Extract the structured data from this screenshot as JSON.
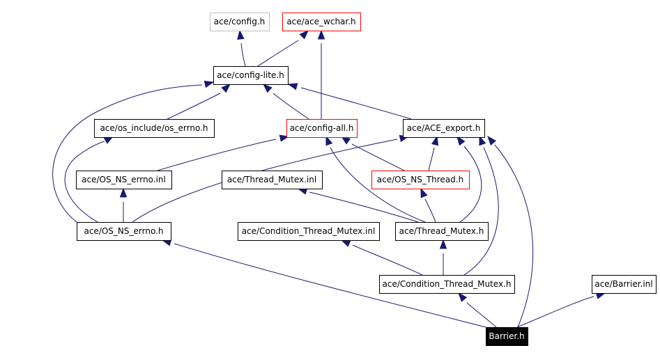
{
  "colors": {
    "edge": "#191970",
    "border_default": "#000000",
    "border_red": "#ff0000",
    "border_gray": "#bfbfbf",
    "focus_fill": "#000000",
    "focus_text": "#ffffff"
  },
  "nodes": [
    {
      "id": "config_h",
      "label": "ace/config.h",
      "style": "gray"
    },
    {
      "id": "ace_wchar",
      "label": "ace/ace_wchar.h",
      "style": "red"
    },
    {
      "id": "config_lite",
      "label": "ace/config-lite.h",
      "style": "default"
    },
    {
      "id": "os_errno_inc",
      "label": "ace/os_include/os_errno.h",
      "style": "default"
    },
    {
      "id": "config_all",
      "label": "ace/config-all.h",
      "style": "red"
    },
    {
      "id": "ace_export",
      "label": "ace/ACE_export.h",
      "style": "default"
    },
    {
      "id": "os_ns_errno_inl",
      "label": "ace/OS_NS_errno.inl",
      "style": "default"
    },
    {
      "id": "thread_mutex_inl",
      "label": "ace/Thread_Mutex.inl",
      "style": "default"
    },
    {
      "id": "os_ns_thread",
      "label": "ace/OS_NS_Thread.h",
      "style": "red"
    },
    {
      "id": "os_ns_errno_h",
      "label": "ace/OS_NS_errno.h",
      "style": "default"
    },
    {
      "id": "cond_inl",
      "label": "ace/Condition_Thread_Mutex.inl",
      "style": "default"
    },
    {
      "id": "thread_mutex_h",
      "label": "ace/Thread_Mutex.h",
      "style": "default"
    },
    {
      "id": "cond_h",
      "label": "ace/Condition_Thread_Mutex.h",
      "style": "default"
    },
    {
      "id": "barrier_inl",
      "label": "ace/Barrier.inl",
      "style": "default"
    },
    {
      "id": "barrier_h",
      "label": "Barrier.h",
      "style": "focus"
    }
  ],
  "edges": [
    {
      "from": "config_lite",
      "to": "config_h"
    },
    {
      "from": "config_lite",
      "to": "ace_wchar"
    },
    {
      "from": "config_all",
      "to": "ace_wchar"
    },
    {
      "from": "os_errno_inc",
      "to": "config_lite"
    },
    {
      "from": "config_all",
      "to": "config_lite"
    },
    {
      "from": "ace_export",
      "to": "config_lite"
    },
    {
      "from": "os_ns_errno_h",
      "to": "config_lite"
    },
    {
      "from": "os_ns_errno_inl",
      "to": "config_all"
    },
    {
      "from": "os_ns_thread",
      "to": "config_all"
    },
    {
      "from": "thread_mutex_h",
      "to": "config_all"
    },
    {
      "from": "os_ns_errno_h",
      "to": "ace_export"
    },
    {
      "from": "os_ns_thread",
      "to": "ace_export"
    },
    {
      "from": "thread_mutex_h",
      "to": "ace_export"
    },
    {
      "from": "cond_h",
      "to": "ace_export"
    },
    {
      "from": "barrier_h",
      "to": "ace_export"
    },
    {
      "from": "os_ns_errno_h",
      "to": "os_errno_inc"
    },
    {
      "from": "os_ns_errno_h",
      "to": "os_ns_errno_inl"
    },
    {
      "from": "thread_mutex_h",
      "to": "thread_mutex_inl"
    },
    {
      "from": "thread_mutex_h",
      "to": "os_ns_thread"
    },
    {
      "from": "cond_h",
      "to": "cond_inl"
    },
    {
      "from": "cond_h",
      "to": "thread_mutex_h"
    },
    {
      "from": "barrier_h",
      "to": "os_ns_errno_h"
    },
    {
      "from": "barrier_h",
      "to": "cond_h"
    },
    {
      "from": "barrier_h",
      "to": "barrier_inl"
    }
  ]
}
